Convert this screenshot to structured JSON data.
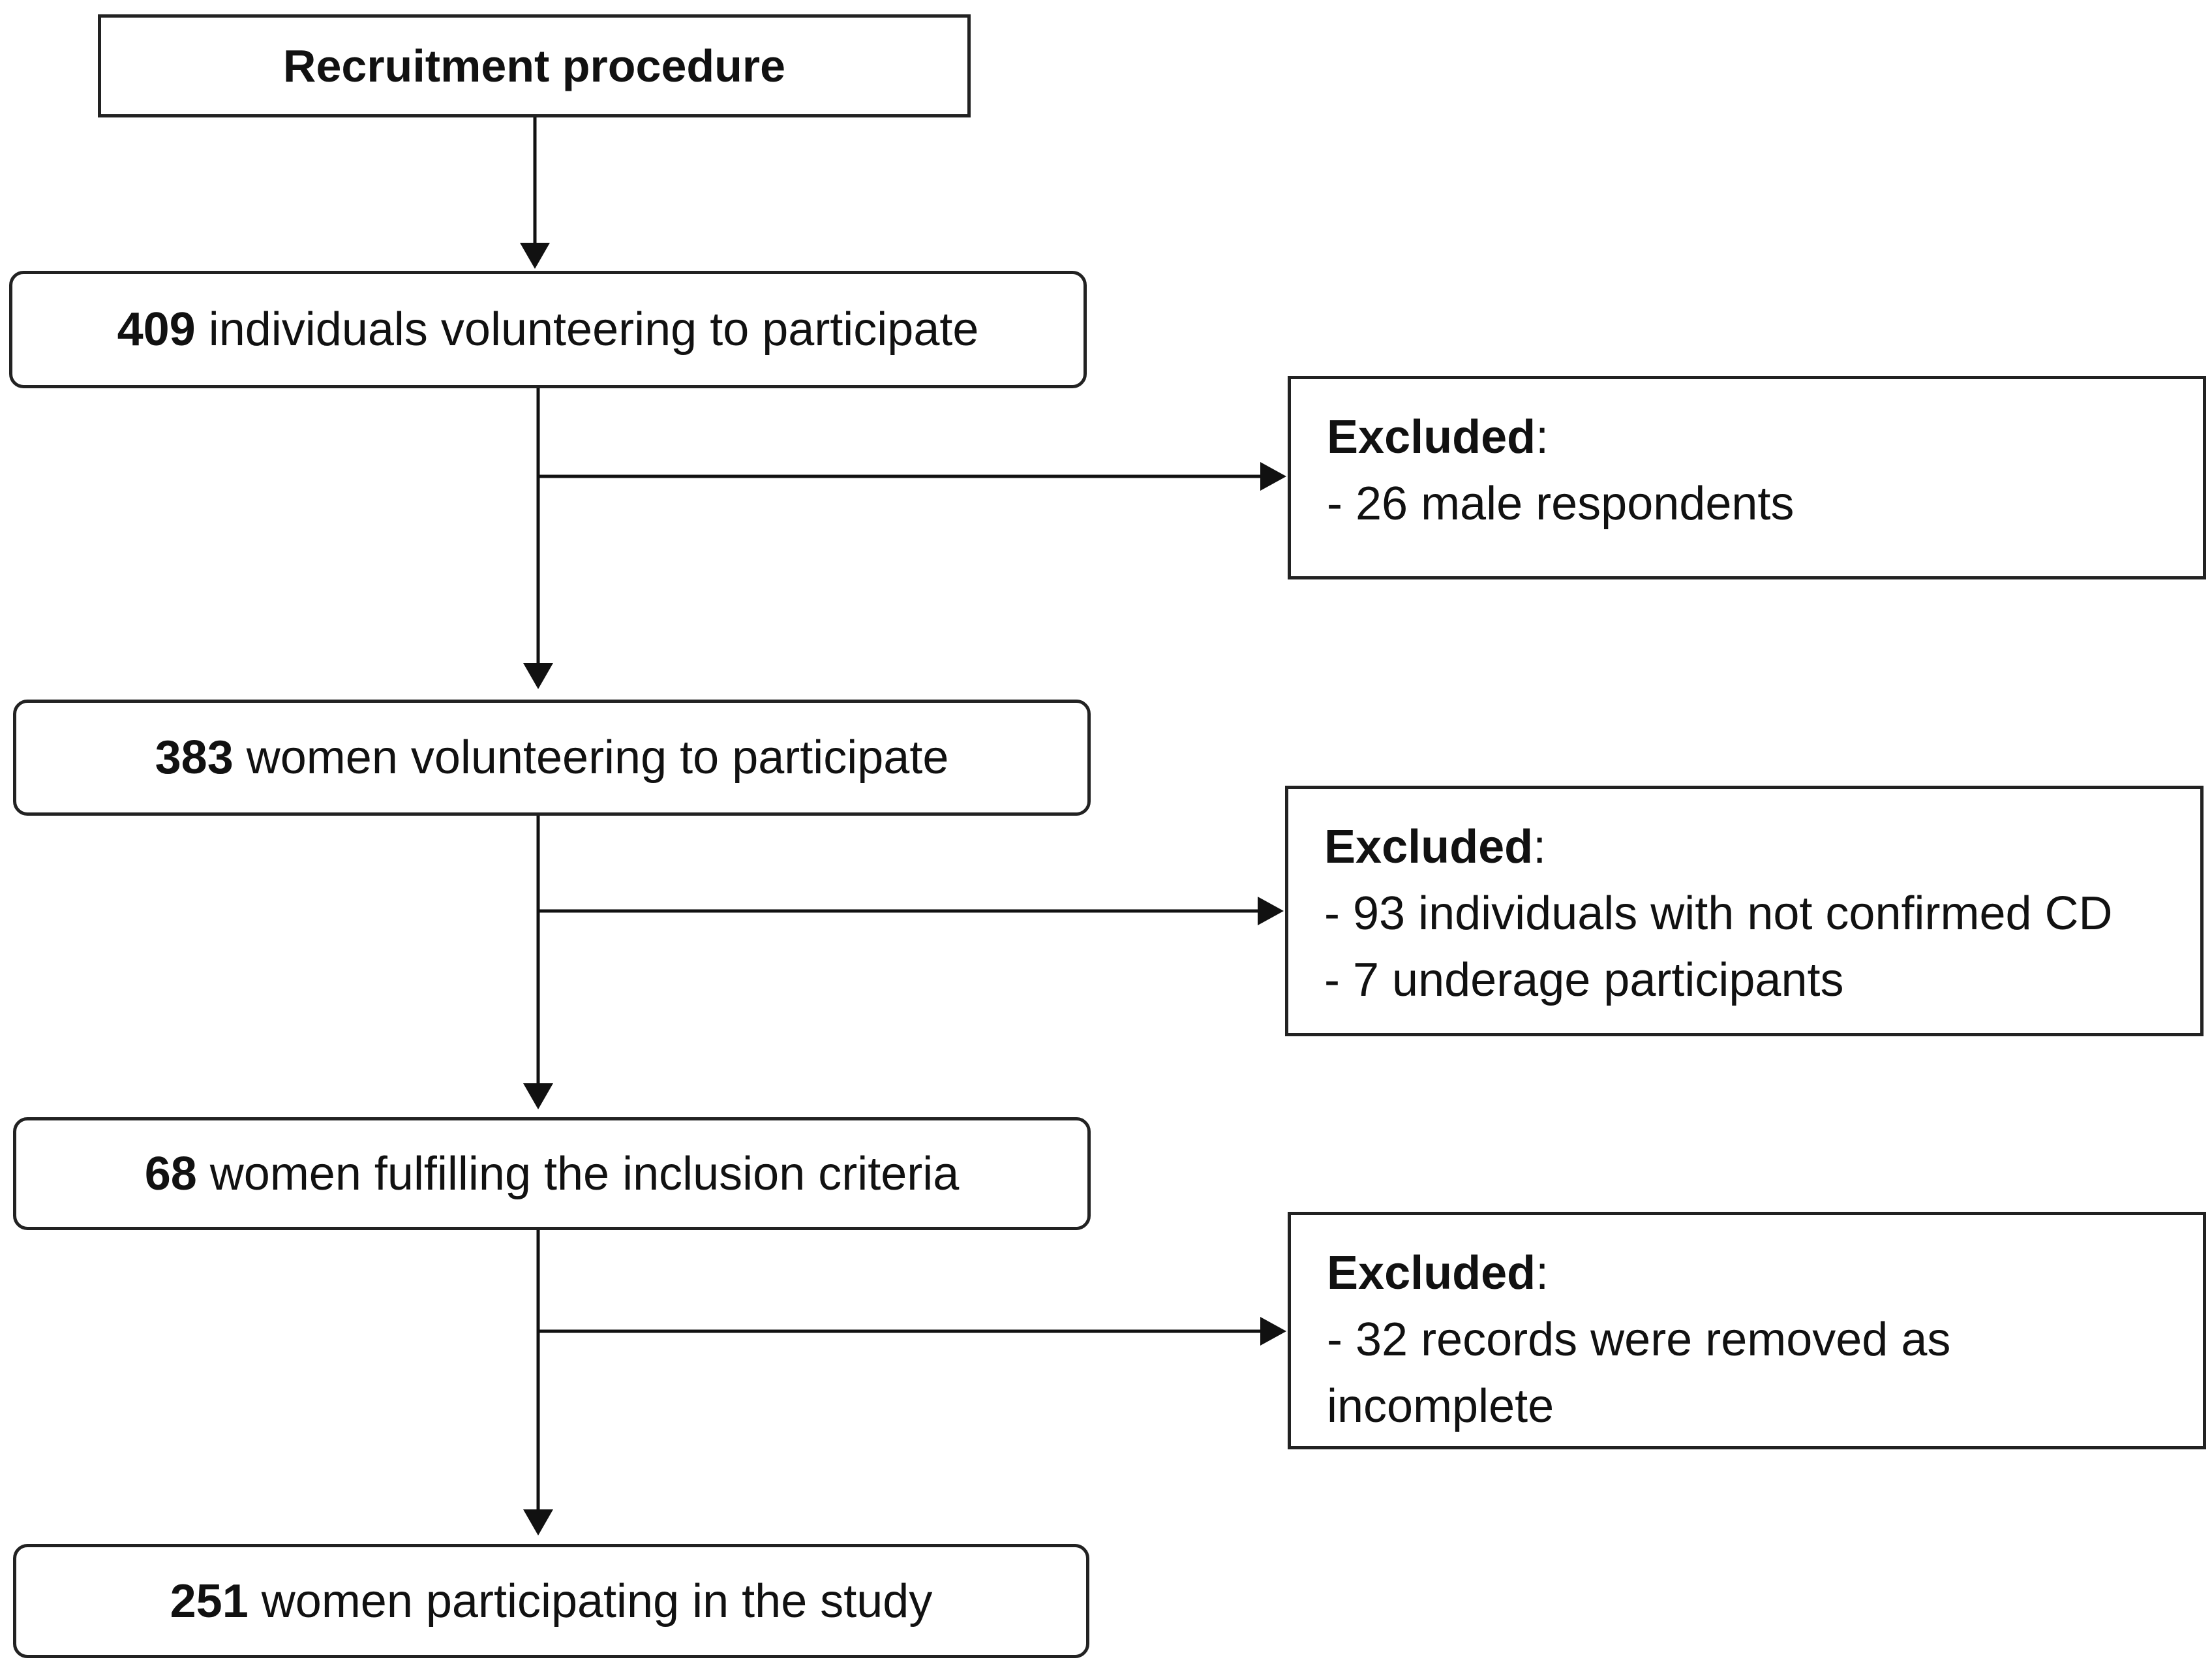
{
  "title": "Recruitment procedure",
  "steps": [
    {
      "count": "409",
      "text": " individuals volunteering to participate"
    },
    {
      "count": "383",
      "text": " women volunteering to participate"
    },
    {
      "count": "68",
      "text": " women fulfilling the inclusion criteria"
    },
    {
      "count": "251",
      "text": " women participating in the study"
    }
  ],
  "exclusions": [
    {
      "heading": "Excluded",
      "colon": ":",
      "items": [
        "- 26 male respondents"
      ]
    },
    {
      "heading": "Excluded",
      "colon": ":",
      "items": [
        "- 93 individuals with not confirmed CD",
        "- 7 underage participants"
      ]
    },
    {
      "heading": "Excluded",
      "colon": ":",
      "items": [
        "- 32 records were removed as incomplete"
      ]
    }
  ]
}
